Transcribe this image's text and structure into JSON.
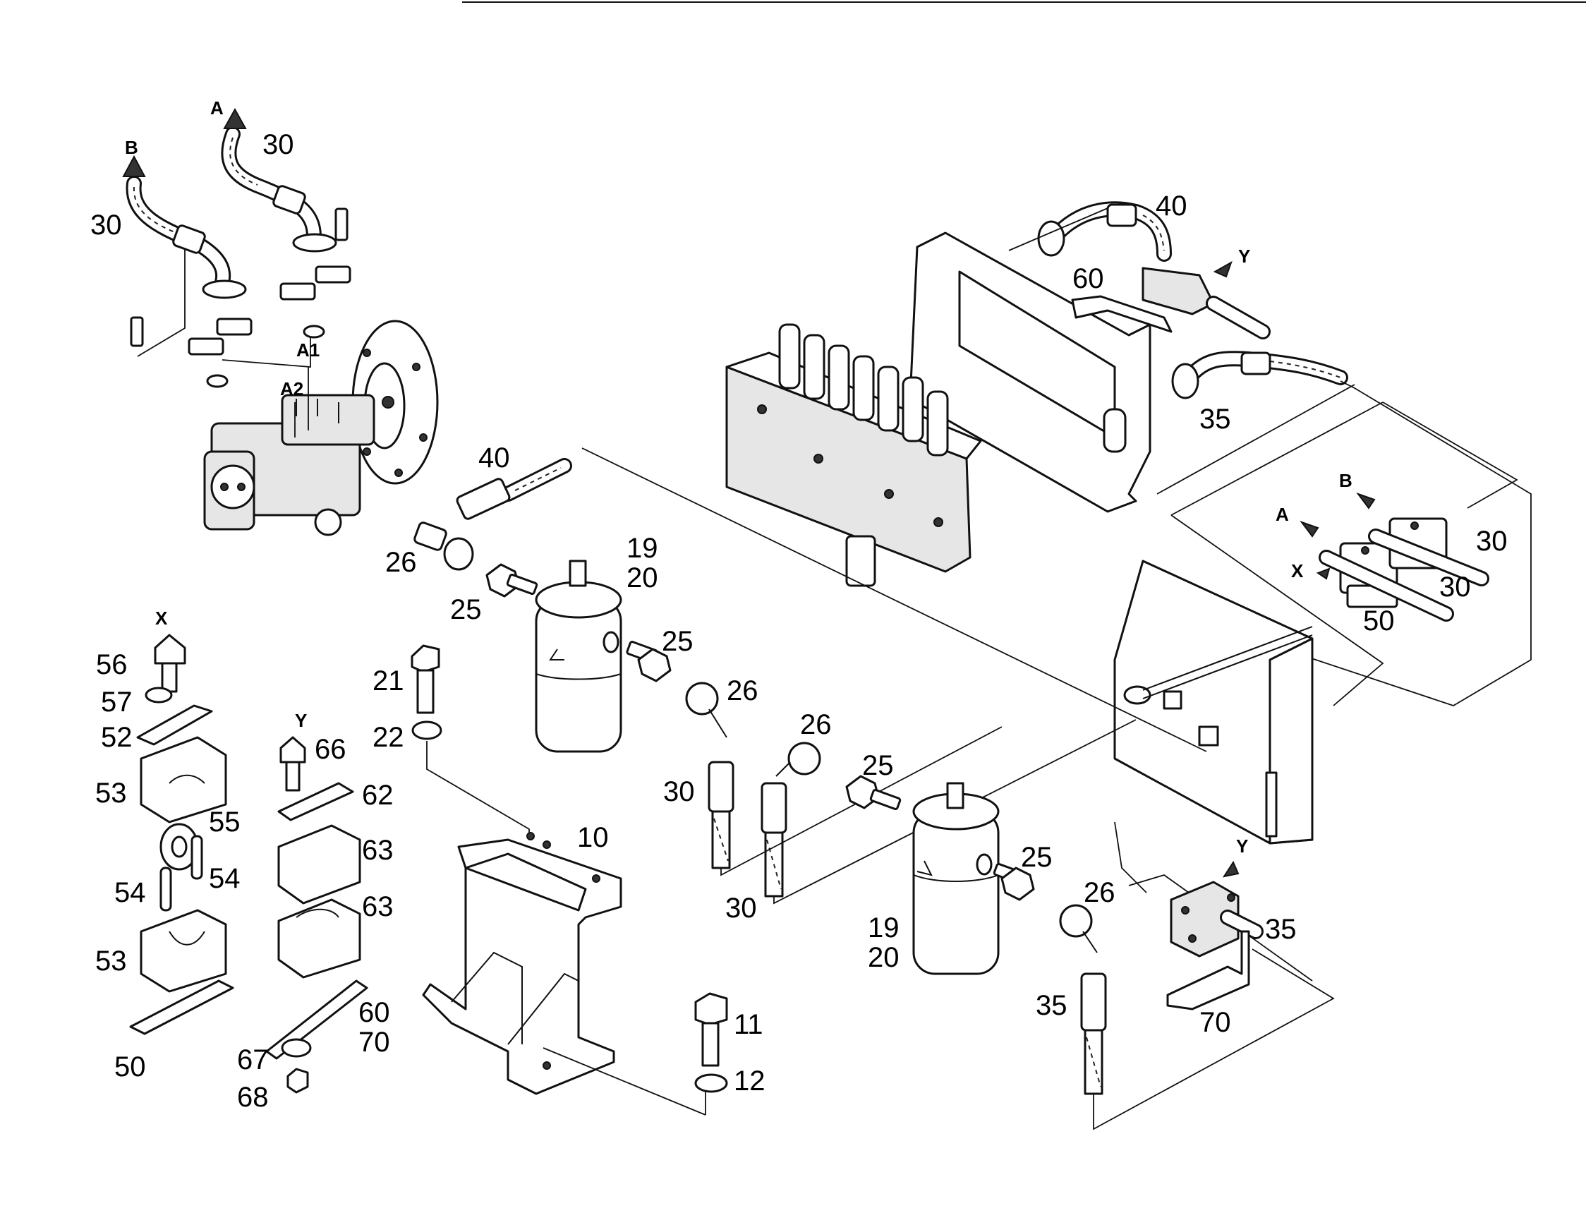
{
  "callouts": {
    "hose_30_b": "30",
    "hose_30_a": "30",
    "letter_b_top": "B",
    "letter_a_top": "A",
    "port_a1": "A1",
    "port_a2": "A2",
    "hose_40_top": "40",
    "bracket_60_top": "60",
    "letter_y_top": "Y",
    "hose_35_top": "35",
    "hose_40_mid": "40",
    "fitting_26_left": "26",
    "fitting_25_left": "25",
    "filter_19_upper": "19",
    "filter_20_upper": "20",
    "fitting_25_upper_right": "25",
    "fitting_26_upper_right": "26",
    "fitting_26_mid": "26",
    "hose_30_mid_left": "30",
    "hose_30_mid_bottom": "30",
    "clamp_letter_b": "B",
    "clamp_letter_a": "A",
    "clamp_letter_x": "X",
    "clamp_30_a": "30",
    "clamp_30_b": "30",
    "clamp_50_right": "50",
    "letter_x_left": "X",
    "bolt_56": "56",
    "washer_57": "57",
    "plate_52": "52",
    "half_53_top": "53",
    "ring_55": "55",
    "pin_54_left": "54",
    "pin_54_right": "54",
    "half_53_bottom": "53",
    "plate_50": "50",
    "letter_y_mid": "Y",
    "bolt_66": "66",
    "plate_62": "62",
    "half_63_top": "63",
    "half_63_bottom": "63",
    "plate_60": "60",
    "plate_70": "70",
    "washer_67": "67",
    "nut_68": "68",
    "bolt_21": "21",
    "washer_22": "22",
    "bracket_10": "10",
    "bolt_11": "11",
    "washer_12": "12",
    "fitting_25_lower": "25",
    "fitting_25_lower_right": "25",
    "fitting_26_lower": "26",
    "filter_19_lower": "19",
    "filter_20_lower": "20",
    "hose_35_lower": "35",
    "letter_y_lower": "Y",
    "hose_35_clamp": "35",
    "bracket_70": "70"
  }
}
